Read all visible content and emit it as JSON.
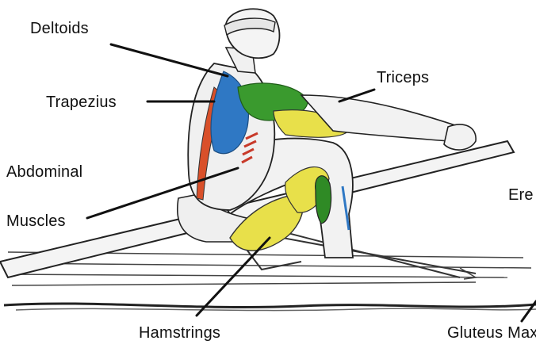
{
  "labels": {
    "deltoids": "Deltoids",
    "trapezius": "Trapezius",
    "triceps": "Triceps",
    "abdominal": "Abdominal",
    "muscles": "Muscles",
    "erector": "Ere",
    "hamstrings": "Hamstrings",
    "gluteus": "Gluteus Max"
  },
  "colors": {
    "deltoids": "#2f78c4",
    "trapezius_left": "#d9502a",
    "triceps": "#3a9a2e",
    "biceps": "#e8e04a",
    "hamstrings": "#e8e04a",
    "gluteus": "#2f8a25",
    "abs": "#c83a2a",
    "line": "#111111",
    "outline": "#222222"
  }
}
